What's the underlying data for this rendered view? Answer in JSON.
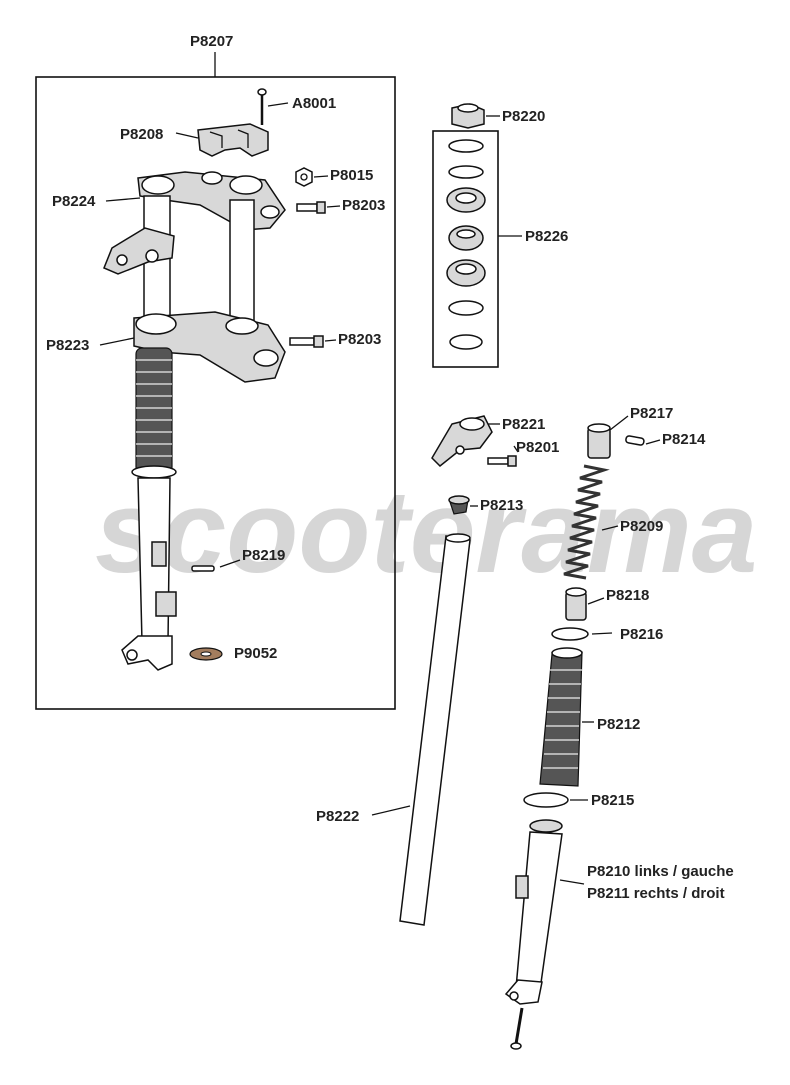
{
  "watermark": "scooterama",
  "labels": {
    "p8207": "P8207",
    "a8001": "A8001",
    "p8208": "P8208",
    "p8015": "P8015",
    "p8224": "P8224",
    "p8203a": "P8203",
    "p8223": "P8223",
    "p8203b": "P8203",
    "p8219": "P8219",
    "p9052": "P9052",
    "p8220": "P8220",
    "p8226": "P8226",
    "p8221": "P8221",
    "p8217": "P8217",
    "p8214": "P8214",
    "p8201": "P8201",
    "p8213": "P8213",
    "p8209": "P8209",
    "p8218": "P8218",
    "p8216": "P8216",
    "p8212": "P8212",
    "p8215": "P8215",
    "p8222": "P8222",
    "p8210": "P8210 links / gauche",
    "p8211": "P8211 rechts / droit"
  }
}
